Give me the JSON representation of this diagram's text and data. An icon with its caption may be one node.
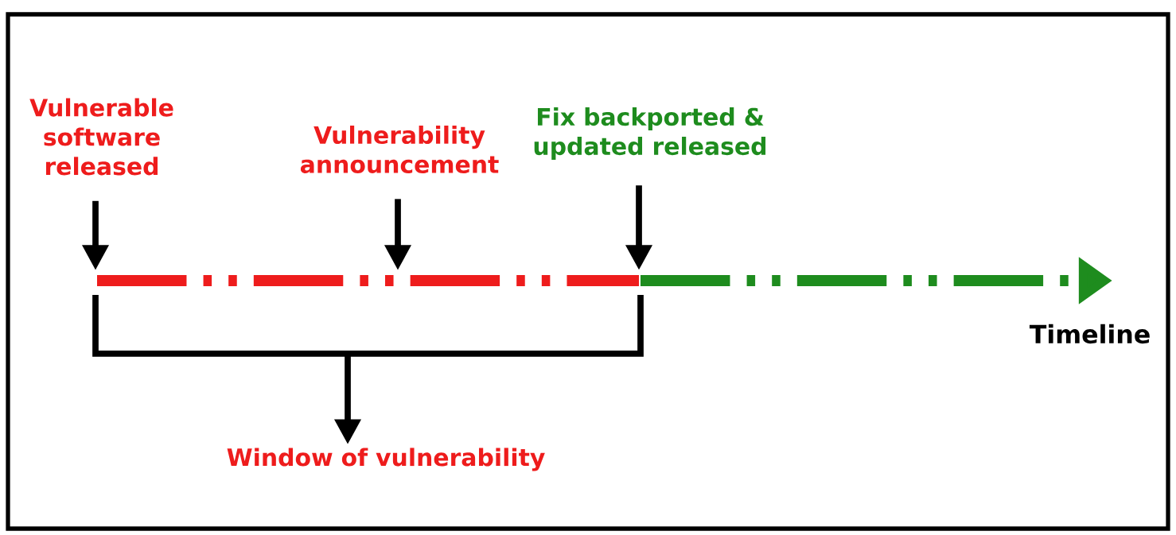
{
  "diagram": {
    "nodes": [
      {
        "text": [
          "Vulnerable software released"
        ]
      },
      {
        "text": [
          "Vulnerability announcement"
        ]
      },
      {
        "text": [
          "Fix backported & updated released"
        ]
      },
      {
        "text": [],
        "shape": "bracket"
      },
      {
        "text": [
          "Window of vulnerability"
        ]
      }
    ],
    "edges": [
      {
        "from": 0,
        "to": null,
        "arrow": "to"
      },
      {
        "from": 1,
        "to": null,
        "arrow": "to"
      },
      {
        "from": 2,
        "to": null,
        "arrow": "to"
      },
      {
        "from": 3,
        "to": 4,
        "arrow": "to"
      }
    ],
    "labels": [
      "Timeline"
    ]
  }
}
